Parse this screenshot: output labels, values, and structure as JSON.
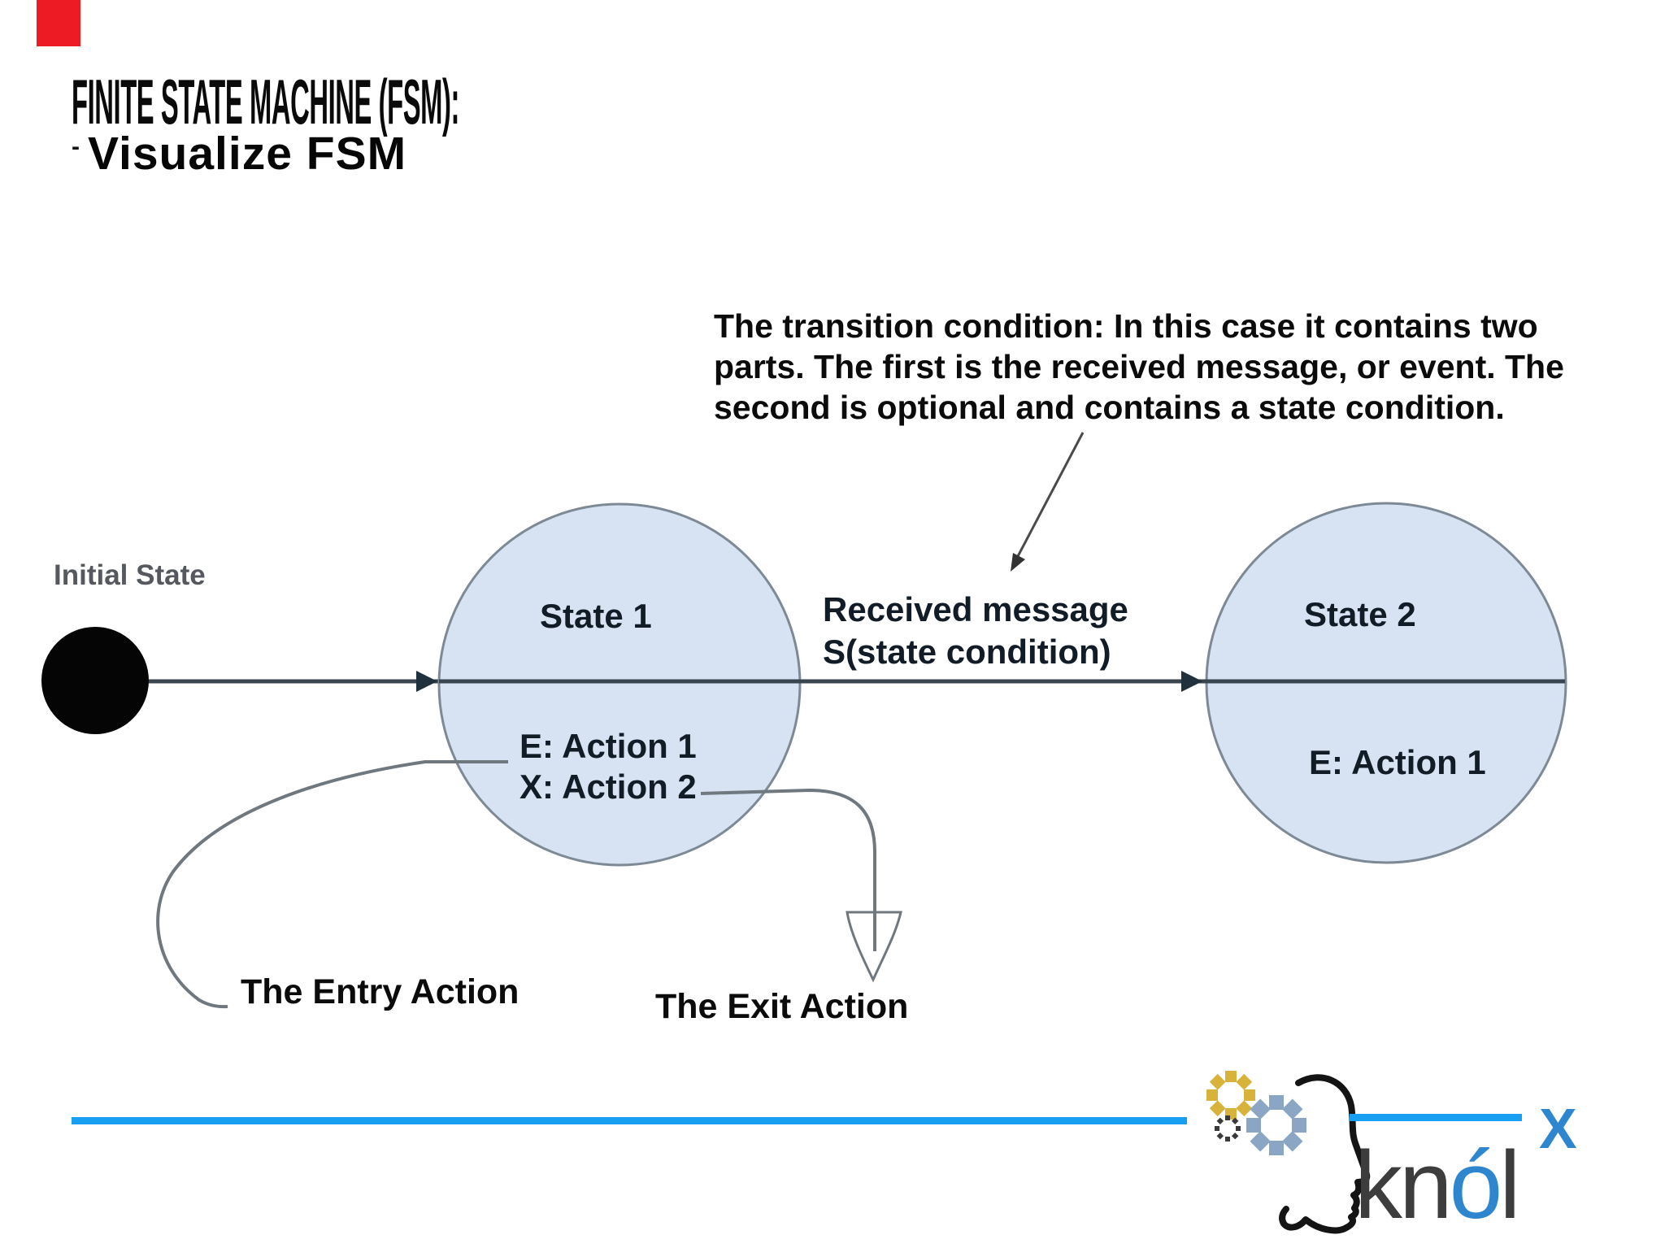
{
  "slide": {
    "title": "FINITE STATE MACHINE (FSM):",
    "subtitle_dash": "-",
    "subtitle": "Visualize FSM"
  },
  "diagram": {
    "annotation": "The transition condition: In this case it contains two\nparts. The first is the received message, or event. The\nsecond is optional and contains a state condition.",
    "initial_state_label": "Initial State",
    "transition_label_line1": "Received message",
    "transition_label_line2": "S(state condition)",
    "state1": {
      "name": "State 1",
      "entry_action": "E: Action 1",
      "exit_action": "X: Action 2"
    },
    "state2": {
      "name": "State 2",
      "entry_action": "E: Action 1"
    },
    "entry_action_label": "The Entry Action",
    "exit_action_label": "The Exit Action"
  },
  "logo": {
    "text_kn": "kn",
    "text_o": "ó",
    "text_l": "l",
    "superscript": "X"
  },
  "colors": {
    "red_marker": "#ed1c24",
    "state_fill": "#d7e3f2",
    "state_border": "#7d8a96",
    "transition_line": "#394650",
    "accent_blue_line": "#189ff2",
    "logo_blue": "#2e86cf",
    "gear_yellow": "#d8b33b",
    "gear_blue_gray": "#8ba5c5",
    "gear_dark": "#3a3a3a"
  }
}
